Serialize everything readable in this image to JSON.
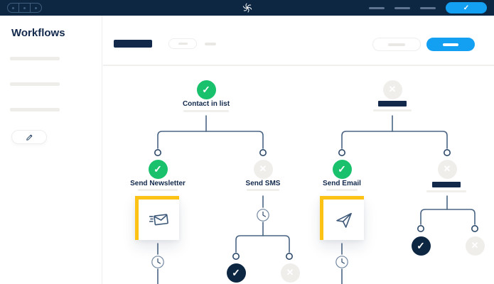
{
  "colors": {
    "header_navy": "#0d2743",
    "accent_blue": "#14a0f2",
    "success_green": "#1ac16d",
    "highlight_yellow": "#fcc216",
    "wire_slate": "#4a6584",
    "placeholder_gray": "#efedea",
    "text_navy": "#12294c"
  },
  "icons": {
    "check_glyph": "✓",
    "cross_glyph": "✕"
  },
  "header": {
    "window_controls_count": 3,
    "logo": "swirl-logo",
    "nav_placeholders": 3,
    "confirm_button_icon": "check"
  },
  "sidebar": {
    "title": "Workflows",
    "list_placeholders": 3,
    "edit_button_icon": "pencil"
  },
  "toolbar": {
    "title_placeholder": "navy-bar",
    "secondary_placeholder": "pill-with-dash",
    "link_placeholder": "dash",
    "right_secondary_placeholder": "pill-with-dash",
    "right_primary_placeholder": "blue-pill-with-dash"
  },
  "workflow": {
    "left_tree": {
      "root": {
        "label": "Contact in list",
        "status": "completed"
      },
      "branches": [
        {
          "label": "Send Newsletter",
          "status": "completed",
          "card_icon": "newsletter-email-icon",
          "followup": "wait-delay"
        },
        {
          "label": "Send SMS",
          "status": "skipped",
          "followup": "wait-delay",
          "children": [
            {
              "status": "completed-dark"
            },
            {
              "status": "skipped"
            }
          ]
        }
      ]
    },
    "right_tree": {
      "root": {
        "label": "",
        "status": "skipped"
      },
      "branches": [
        {
          "label": "Send Email",
          "status": "completed",
          "card_icon": "send-plane-icon",
          "followup": "wait-delay"
        },
        {
          "label": "",
          "status": "skipped",
          "children": [
            {
              "status": "completed-dark"
            },
            {
              "status": "skipped"
            }
          ]
        }
      ]
    }
  }
}
